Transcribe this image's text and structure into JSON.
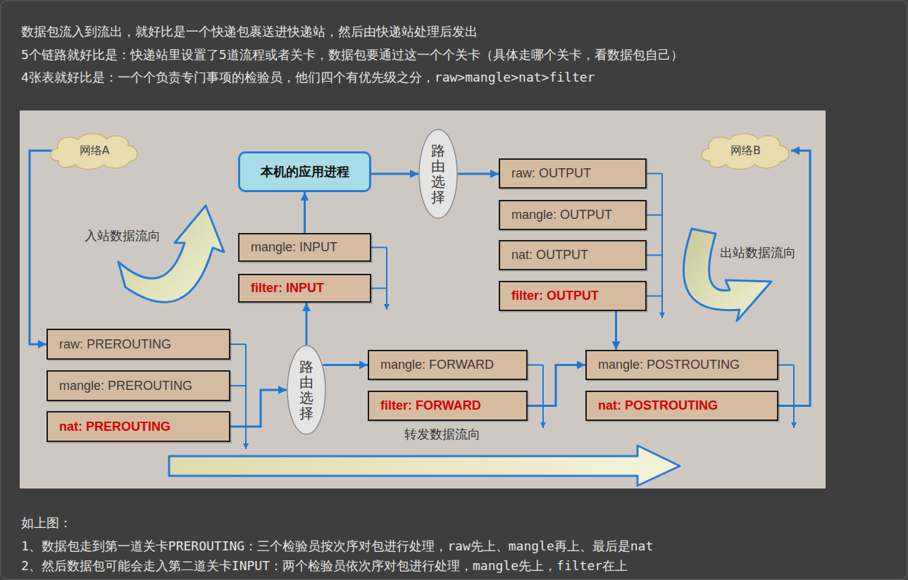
{
  "diagram": {
    "nodes": [
      {
        "text": [
          "网络A"
        ]
      },
      {
        "text": [
          "本机的应用进程"
        ]
      },
      {
        "text": [
          "路由选择"
        ]
      },
      {
        "text": [
          "raw: OUTPUT"
        ]
      },
      {
        "text": [
          "mangle: OUTPUT"
        ]
      },
      {
        "text": [
          "nat: OUTPUT"
        ]
      },
      {
        "text": [
          "filter: OUTPUT"
        ]
      },
      {
        "text": [
          "网络B"
        ]
      },
      {
        "text": [
          "mangle: INPUT"
        ]
      },
      {
        "text": [
          "filter: INPUT"
        ]
      },
      {
        "text": [
          "raw: PREROUTING"
        ]
      },
      {
        "text": [
          "mangle: PREROUTING"
        ]
      },
      {
        "text": [
          "nat: PREROUTING"
        ]
      },
      {
        "text": [
          "路由选择"
        ]
      },
      {
        "text": [
          "mangle: FORWARD"
        ]
      },
      {
        "text": [
          "filter: FORWARD"
        ]
      },
      {
        "text": [
          "mangle: POSTROUTING"
        ]
      },
      {
        "text": [
          "nat: POSTROUTING"
        ]
      }
    ],
    "edges": [
      {
        "from": 0,
        "to": 10,
        "arrow": "to"
      },
      {
        "from": 12,
        "to": 13,
        "arrow": "to"
      },
      {
        "from": 13,
        "to": 9,
        "arrow": "to"
      },
      {
        "from": 8,
        "to": 1,
        "arrow": "to"
      },
      {
        "from": 1,
        "to": 2,
        "arrow": "to"
      },
      {
        "from": 2,
        "to": 3,
        "arrow": "to"
      },
      {
        "from": 6,
        "to": 16,
        "arrow": "to"
      },
      {
        "from": 13,
        "to": 14,
        "arrow": "to"
      },
      {
        "from": 15,
        "to": 16,
        "arrow": "to"
      },
      {
        "from": 17,
        "to": 7,
        "arrow": "to"
      }
    ],
    "labels": [
      "数据包流入到流出，就好比是一个快递包裹送进快递站，然后由快递站处理后发出",
      "5个链路就好比是：快递站里设置了5道流程或者关卡，数据包要通过这一个个关卡（具体走哪个关卡，看数据包自己）",
      "4张表就好比是：一个个负责专门事项的检验员，他们四个有优先级之分，raw>mangle>nat>filter",
      "入站数据流向",
      "出站数据流向",
      "转发数据流向",
      "如上图：",
      "1、数据包走到第一道关卡PREROUTING：三个检验员按次序对包进行处理，raw先上、mangle再上、最后是nat",
      "2、然后数据包可能会走入第二道关卡INPUT：两个检验员依次序对包进行处理，mangle先上，filter在上"
    ]
  }
}
